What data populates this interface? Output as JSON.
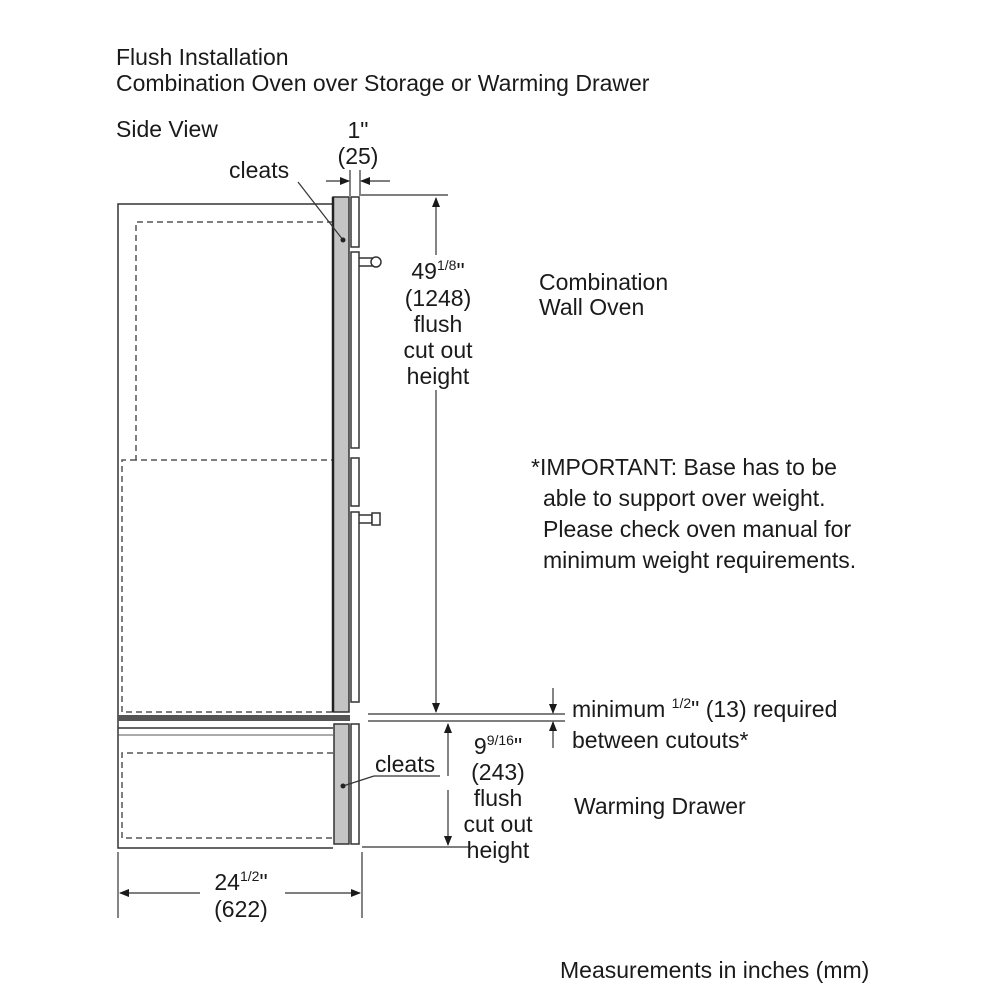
{
  "header": {
    "title_line1": "Flush Installation",
    "title_line2": "Combination Oven over Storage or Warming Drawer",
    "view_label": "Side View"
  },
  "dimensions": {
    "depth_gap": {
      "inches": "1\"",
      "mm": "(25)"
    },
    "oven_cutout": {
      "whole": "49",
      "frac": "1/8",
      "suffix": "\"",
      "mm": "(1248)",
      "line2": "flush",
      "line3": "cut out",
      "line4": "height"
    },
    "drawer_cutout": {
      "whole": "9",
      "frac": "9/16",
      "suffix": "\"",
      "mm": "(243)",
      "line2": "flush",
      "line3": "cut out",
      "line4": "height"
    },
    "cabinet_depth": {
      "whole": "24",
      "frac": "1/2",
      "suffix": "\"",
      "mm": "(622)"
    },
    "separation": {
      "prefix": "minimum ",
      "frac": "1/2",
      "suffix": "\" (13) required",
      "line2": "between cutouts*"
    }
  },
  "labels": {
    "cleats_upper": "cleats",
    "cleats_lower": "cleats",
    "oven_line1": "Combination",
    "oven_line2": "Wall Oven",
    "drawer": "Warming Drawer"
  },
  "note": {
    "line1": "*IMPORTANT: Base has to be",
    "line2": "able to support over weight.",
    "line3": "Please check oven manual for",
    "line4": "minimum weight requirements."
  },
  "footer": "Measurements in inches (mm)"
}
